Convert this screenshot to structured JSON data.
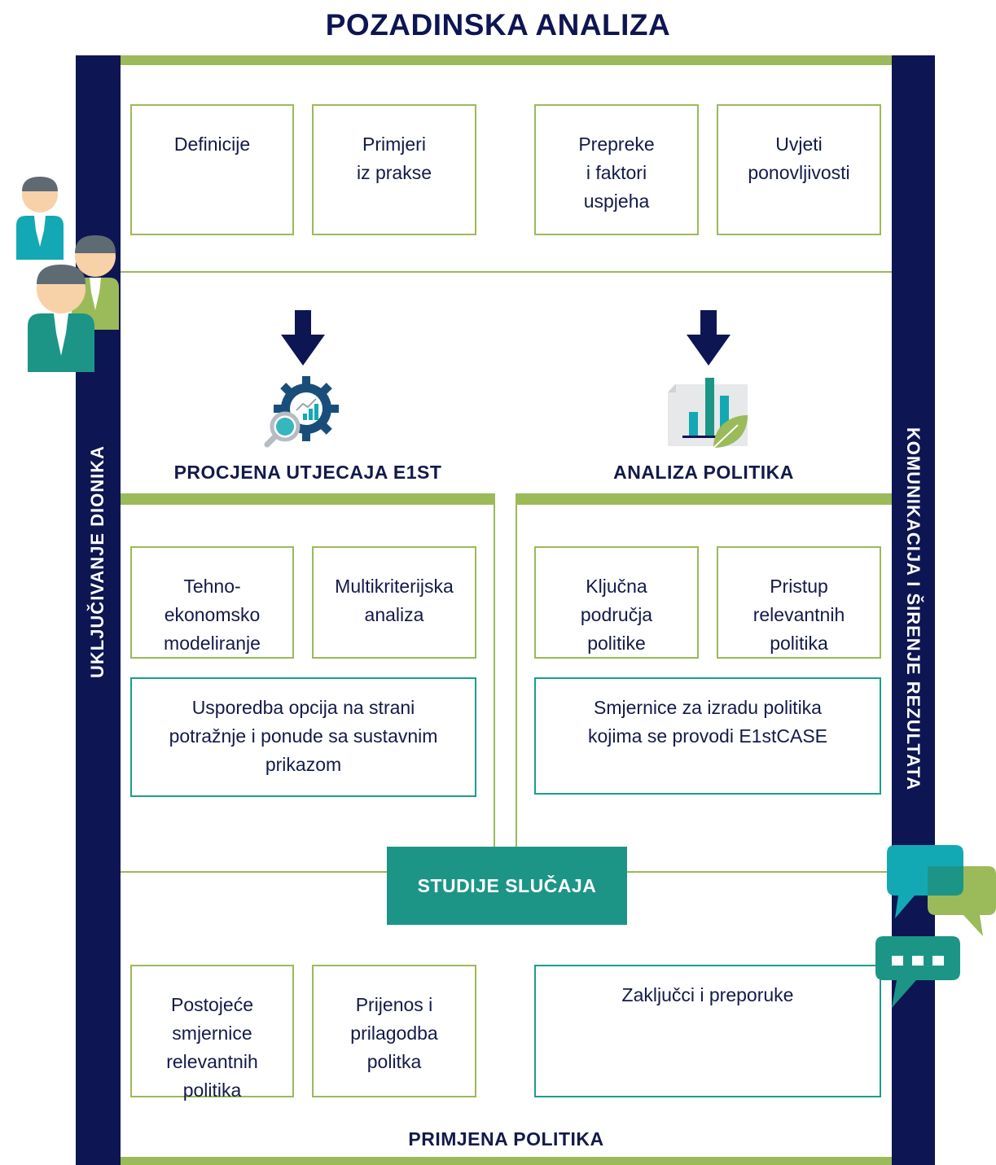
{
  "title": "POZADINSKA ANALIZA",
  "left_bar_label": "UKLJUČIVANJE DIONIKA",
  "right_bar_label": "KOMUNIKACIJA I ŠIRENJE REZULTATA",
  "background_boxes": [
    "Definicije",
    "Primjeri\niz prakse",
    "Prepreke\ni faktori\nuspjeha",
    "Uvjeti\nponovljivosti"
  ],
  "left_section": {
    "icon": "gear-magnifier-chart-icon",
    "title": "PROCJENA UTJECAJA E1ST",
    "boxes": [
      "Tehno-\nekonomsko\nmodeliranje",
      "Multikriterijska\nanaliza"
    ],
    "wide_box": "Usporedba opcija na strani\npotražnje i ponude sa sustavnim\nprikazom"
  },
  "right_section": {
    "icon": "bar-chart-leaf-icon",
    "title": "ANALIZA POLITIKA",
    "boxes": [
      "Ključna\npodručja\npolitike",
      "Pristup\nrelevantnih\npolitika"
    ],
    "wide_box": "Smjernice za izradu politika\nkojima se provodi E1stCASE"
  },
  "case_studies_label": "STUDIJE SLUČAJA",
  "bottom_boxes": [
    "Postojeće\nsmjernice\nrelevantnih\npolitika",
    "Prijenos i\nprilagodba\npolitka",
    "Zaključci i preporuke"
  ],
  "bottom_title": "PRIMJENA POLITIKA",
  "colors": {
    "navy": "#0d1652",
    "green": "#9bba59",
    "teal": "#1c9587",
    "cyan": "#13a9b4"
  }
}
